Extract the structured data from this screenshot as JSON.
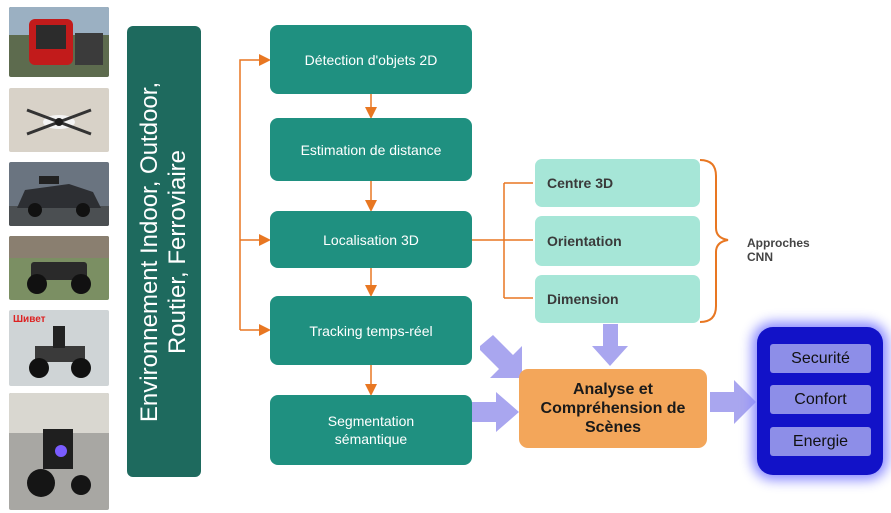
{
  "banner": {
    "line1": "Environnement Indoor, Outdoor,",
    "line2": "Routier, Ferroviaire"
  },
  "thumbnails": [
    {
      "name": "shuttle-photo",
      "watermark": ""
    },
    {
      "name": "drone-photo",
      "watermark": ""
    },
    {
      "name": "car-photo",
      "watermark": ""
    },
    {
      "name": "rover-photo",
      "watermark": ""
    },
    {
      "name": "robot-photo",
      "watermark": "Шивет"
    },
    {
      "name": "wheelchair-photo",
      "watermark": ""
    }
  ],
  "pipeline": [
    {
      "label": "Détection d'objets 2D"
    },
    {
      "label": "Estimation de distance"
    },
    {
      "label": "Localisation 3D"
    },
    {
      "label": "Tracking temps-réel"
    },
    {
      "label": "Segmentation\nsémantique"
    }
  ],
  "cnn_outputs": [
    {
      "label": "Centre 3D"
    },
    {
      "label": "Orientation"
    },
    {
      "label": "Dimension"
    }
  ],
  "cnn_label": "Approches\nCNN",
  "analysis": {
    "label": "Analyse et\nCompréhension de\nScènes"
  },
  "benefits": [
    {
      "label": "Securité"
    },
    {
      "label": "Confort"
    },
    {
      "label": "Energie"
    }
  ],
  "colors": {
    "banner": "#1e6a5e",
    "pipeline_box": "#1f9080",
    "cnn_box": "#a6e6d7",
    "arrow_orange": "#e87722",
    "analysis": "#f3a65a",
    "big_arrow": "#a9a6ef",
    "benefit_panel": "#1212c8",
    "benefit_pill": "#8d8ee8"
  }
}
